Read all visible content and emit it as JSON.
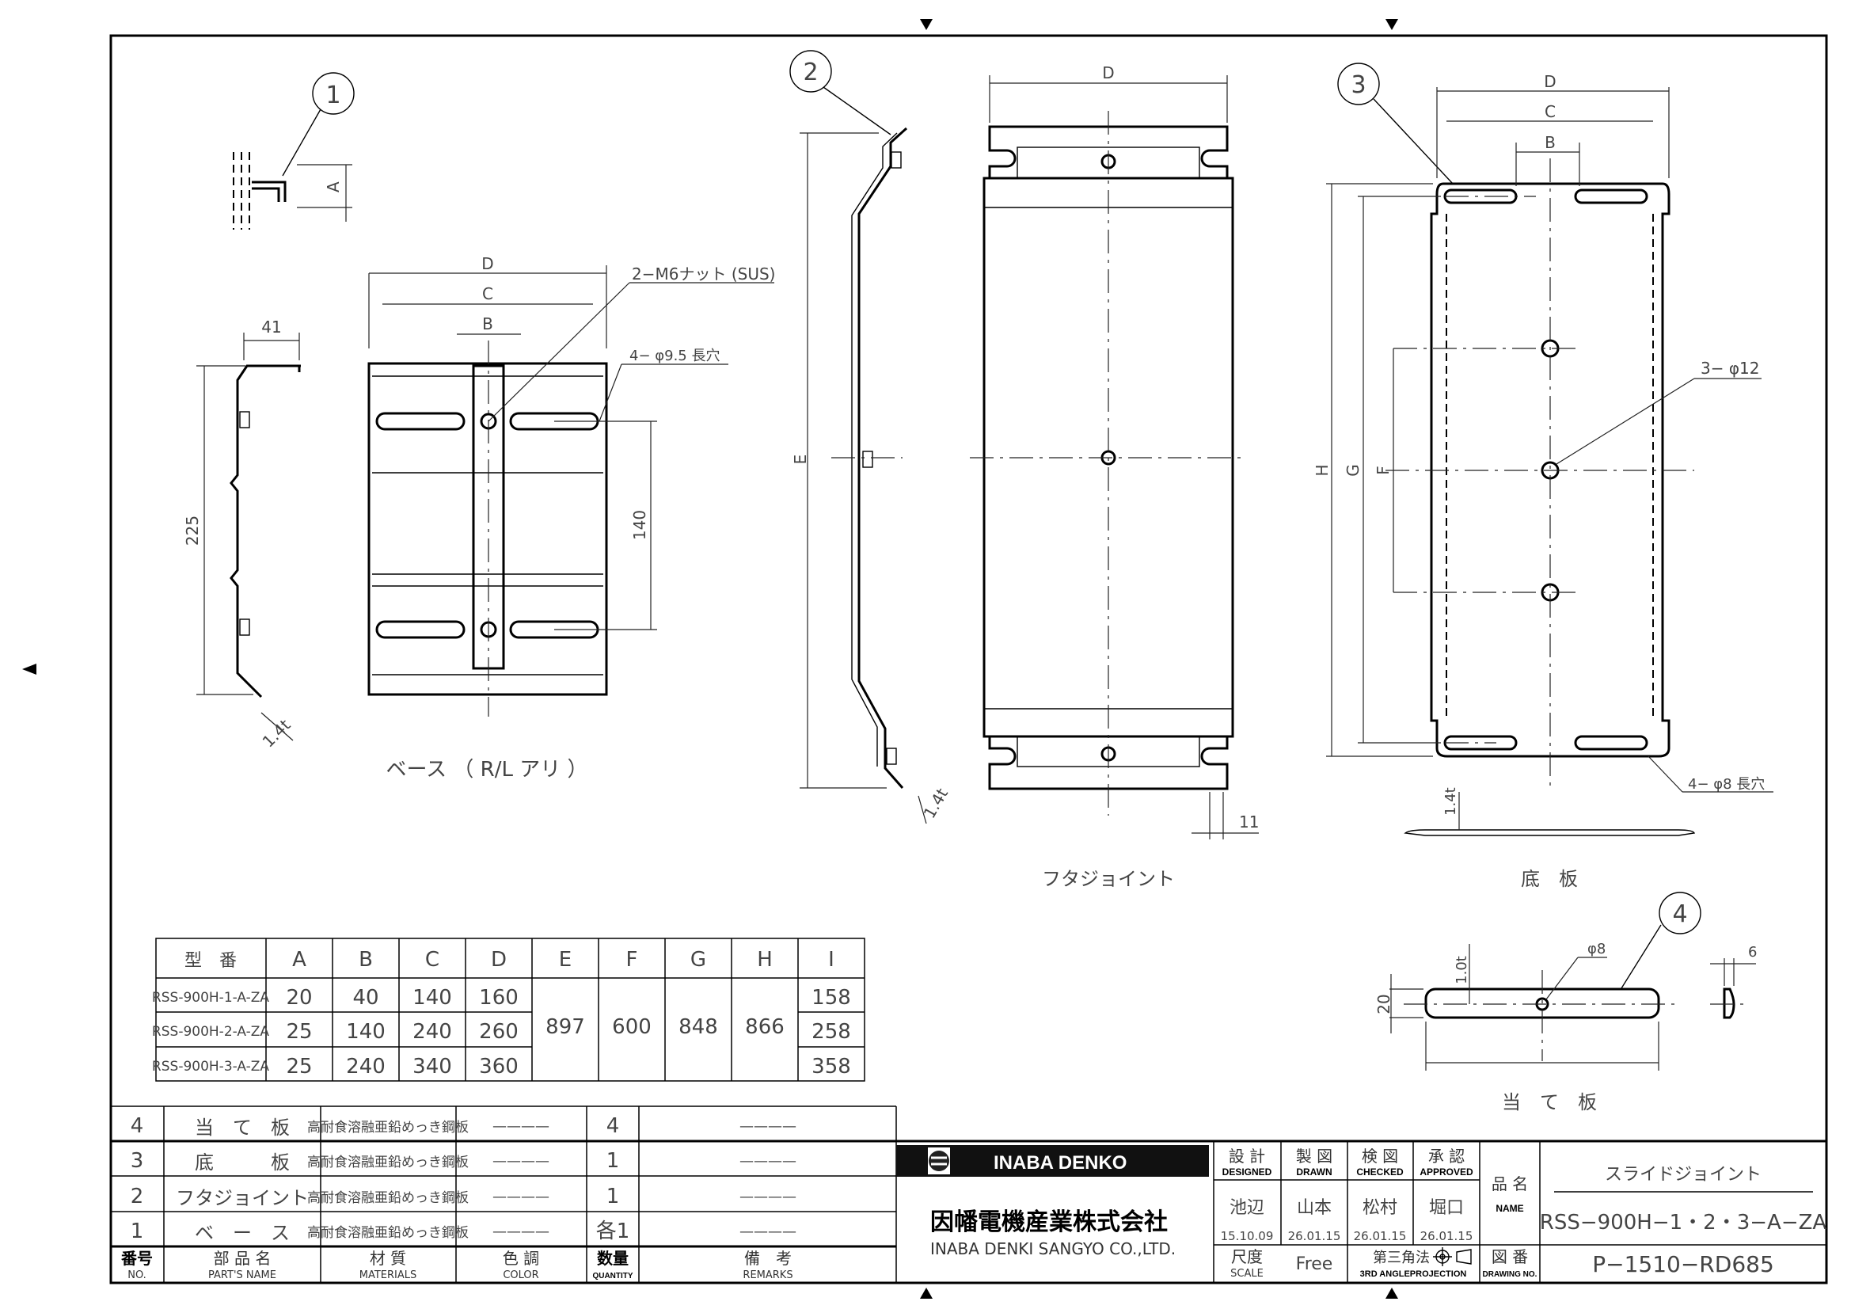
{
  "drawing": {
    "balloons": [
      "1",
      "2",
      "3",
      "4"
    ],
    "view_labels": {
      "base": "ベース （ R/L アリ ）",
      "cover_joint": "フタジョイント",
      "bottom_plate": "底　板",
      "backing_plate": "当　て　板"
    },
    "dimensions": {
      "A": "A",
      "B": "B",
      "C": "C",
      "D": "D",
      "E": "E",
      "F": "F",
      "G": "G",
      "H": "H",
      "base_flange": "41",
      "base_height": "225",
      "base_slot_pitch": "140",
      "thickness_14": "1.4t",
      "thickness_10": "1.0t",
      "flange_11": "11",
      "plate_width": "20",
      "plate_depth": "6"
    },
    "notes": {
      "nut": "2−M6ナット (SUS)",
      "base_slots": "4− φ9.5 長穴",
      "bottom_holes": "3− φ12",
      "bottom_slots": "4− φ8 長穴",
      "plate_hole": "φ8"
    }
  },
  "size_table": {
    "headers": [
      "型　番",
      "A",
      "B",
      "C",
      "D",
      "E",
      "F",
      "G",
      "H",
      "I"
    ],
    "rows": [
      {
        "model": "RSS-900H-1-A-ZA",
        "A": "20",
        "B": "40",
        "C": "140",
        "D": "160",
        "I": "158"
      },
      {
        "model": "RSS-900H-2-A-ZA",
        "A": "25",
        "B": "140",
        "C": "240",
        "D": "260",
        "I": "258"
      },
      {
        "model": "RSS-900H-3-A-ZA",
        "A": "25",
        "B": "240",
        "C": "340",
        "D": "360",
        "I": "358"
      }
    ],
    "shared": {
      "E": "897",
      "F": "600",
      "G": "848",
      "H": "866"
    }
  },
  "parts_list": {
    "rows": [
      {
        "no": "4",
        "name": "当　て　板",
        "material": "高耐食溶融亜鉛めっき鋼板",
        "color": "————",
        "qty": "4",
        "remarks": "————"
      },
      {
        "no": "3",
        "name": "底　　　板",
        "material": "高耐食溶融亜鉛めっき鋼板",
        "color": "————",
        "qty": "1",
        "remarks": "————"
      },
      {
        "no": "2",
        "name": "フタジョイント",
        "material": "高耐食溶融亜鉛めっき鋼板",
        "color": "————",
        "qty": "1",
        "remarks": "————"
      },
      {
        "no": "1",
        "name": "ベ　ー　ス",
        "material": "高耐食溶融亜鉛めっき鋼板",
        "color": "————",
        "qty": "各1",
        "remarks": "————"
      }
    ],
    "header": {
      "no": {
        "ja": "番号",
        "en": "NO."
      },
      "name": {
        "ja": "部 品 名",
        "en": "PART'S NAME"
      },
      "material": {
        "ja": "材 質",
        "en": "MATERIALS"
      },
      "color": {
        "ja": "色 調",
        "en": "COLOR"
      },
      "qty": {
        "ja": "数量",
        "en": "QUANTITY"
      },
      "remarks": {
        "ja": "備　考",
        "en": "REMARKS"
      }
    }
  },
  "title_block": {
    "logo_text": "INABA DENKO",
    "company_ja": "因幡電機産業株式会社",
    "company_en": "INABA DENKI SANGYO CO.,LTD.",
    "roles": [
      {
        "ja": "設 計",
        "en": "DESIGNED",
        "person": "池辺",
        "date": "15.10.09"
      },
      {
        "ja": "製 図",
        "en": "DRAWN",
        "person": "山本",
        "date": "26.01.15"
      },
      {
        "ja": "検 図",
        "en": "CHECKED",
        "person": "松村",
        "date": "26.01.15"
      },
      {
        "ja": "承 認",
        "en": "APPROVED",
        "person": "堀口",
        "date": "26.01.15"
      }
    ],
    "name_label": {
      "ja": "品 名",
      "en": "NAME"
    },
    "product_name": "スライドジョイント",
    "product_code": "RSS−900H−1・2・3−A−ZA",
    "scale_label": {
      "ja": "尺度",
      "en": "SCALE"
    },
    "scale_value": "Free",
    "projection": {
      "ja": "第三角法",
      "en": "3RD ANGLEPROJECTION"
    },
    "drawing_no_label": {
      "ja": "図 番",
      "en": "DRAWING NO."
    },
    "drawing_no": "P−1510−RD685"
  }
}
